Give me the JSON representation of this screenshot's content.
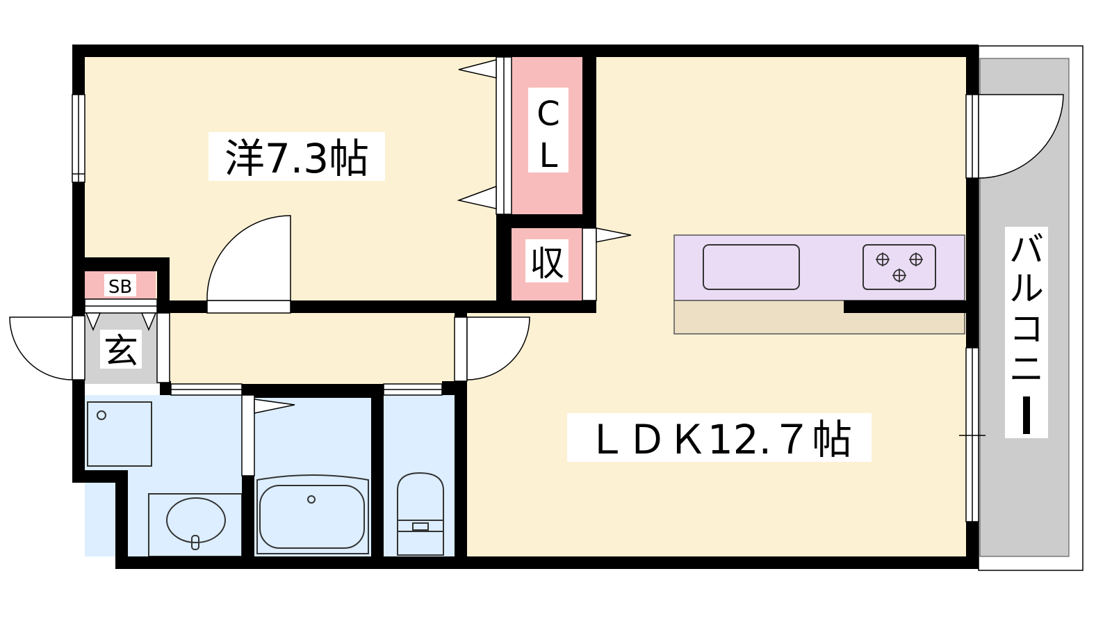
{
  "rooms": {
    "western": "洋7.3帖",
    "closet_c": "C",
    "closet_l": "L",
    "storage": "収",
    "shoe_box": "SB",
    "entrance": "玄",
    "ldk": "ＬＤＫ12.７帖",
    "balcony": [
      "バ",
      "ル",
      "コ",
      "ニ",
      "ー"
    ]
  },
  "colors": {
    "floor": "#fdf1d3",
    "closet": "#f8bcbc",
    "wet": "#dceeff",
    "kitchen": "#eadcf4",
    "counter": "#eddfc4",
    "balcony": "#cccccc",
    "entrance": "#d2d2d2",
    "wall": "#000000"
  }
}
